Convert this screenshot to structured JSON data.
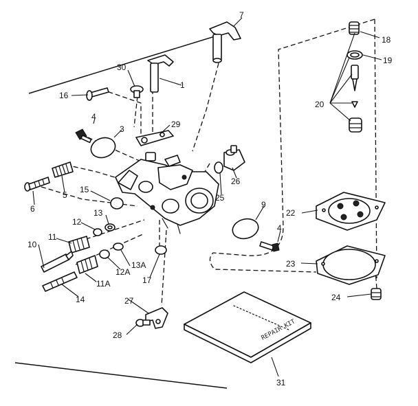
{
  "colors": {
    "ink": "#111111",
    "paper": "#ffffff"
  },
  "callouts": {
    "c1": "1",
    "c3": "3",
    "c4a": "4",
    "c4b": "4",
    "c5": "5",
    "c6": "6",
    "c7": "7",
    "c9": "9",
    "c10": "10",
    "c11": "11",
    "c11a": "11A",
    "c12": "12",
    "c12a": "12A",
    "c13": "13",
    "c13a": "13A",
    "c14": "14",
    "c15": "15",
    "c16": "16",
    "c17": "17",
    "c18": "18",
    "c19": "19",
    "c20": "20",
    "c22": "22",
    "c23": "23",
    "c24": "24",
    "c25": "25",
    "c26": "26",
    "c27": "27",
    "c28": "28",
    "c29": "29",
    "c30": "30",
    "c31": "31"
  },
  "repair_kit_text": "REPAIR KIT"
}
